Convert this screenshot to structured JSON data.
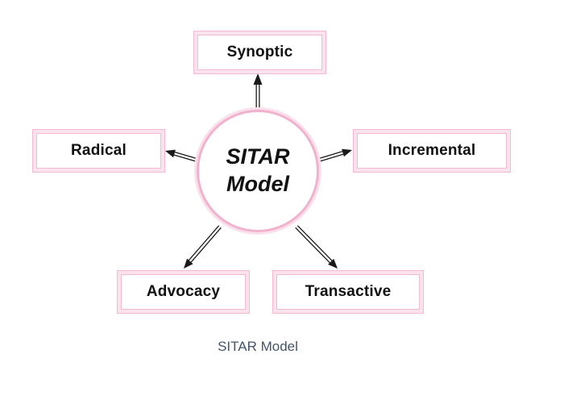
{
  "diagram": {
    "title_caption": "SITAR Model",
    "center": {
      "line1": "SITAR",
      "line2": "Model"
    },
    "nodes": [
      {
        "id": "synoptic",
        "label": "Synoptic"
      },
      {
        "id": "radical",
        "label": "Radical"
      },
      {
        "id": "incremental",
        "label": "Incremental"
      },
      {
        "id": "advocacy",
        "label": "Advocacy"
      },
      {
        "id": "transactive",
        "label": "Transactive"
      }
    ],
    "colors": {
      "box_border_pink": "#f2bad3",
      "box_band_pink": "#fbe3ee",
      "arrow_black": "#1a1a1a",
      "caption_blue_gray": "#44546a",
      "text_black": "#111111"
    }
  }
}
